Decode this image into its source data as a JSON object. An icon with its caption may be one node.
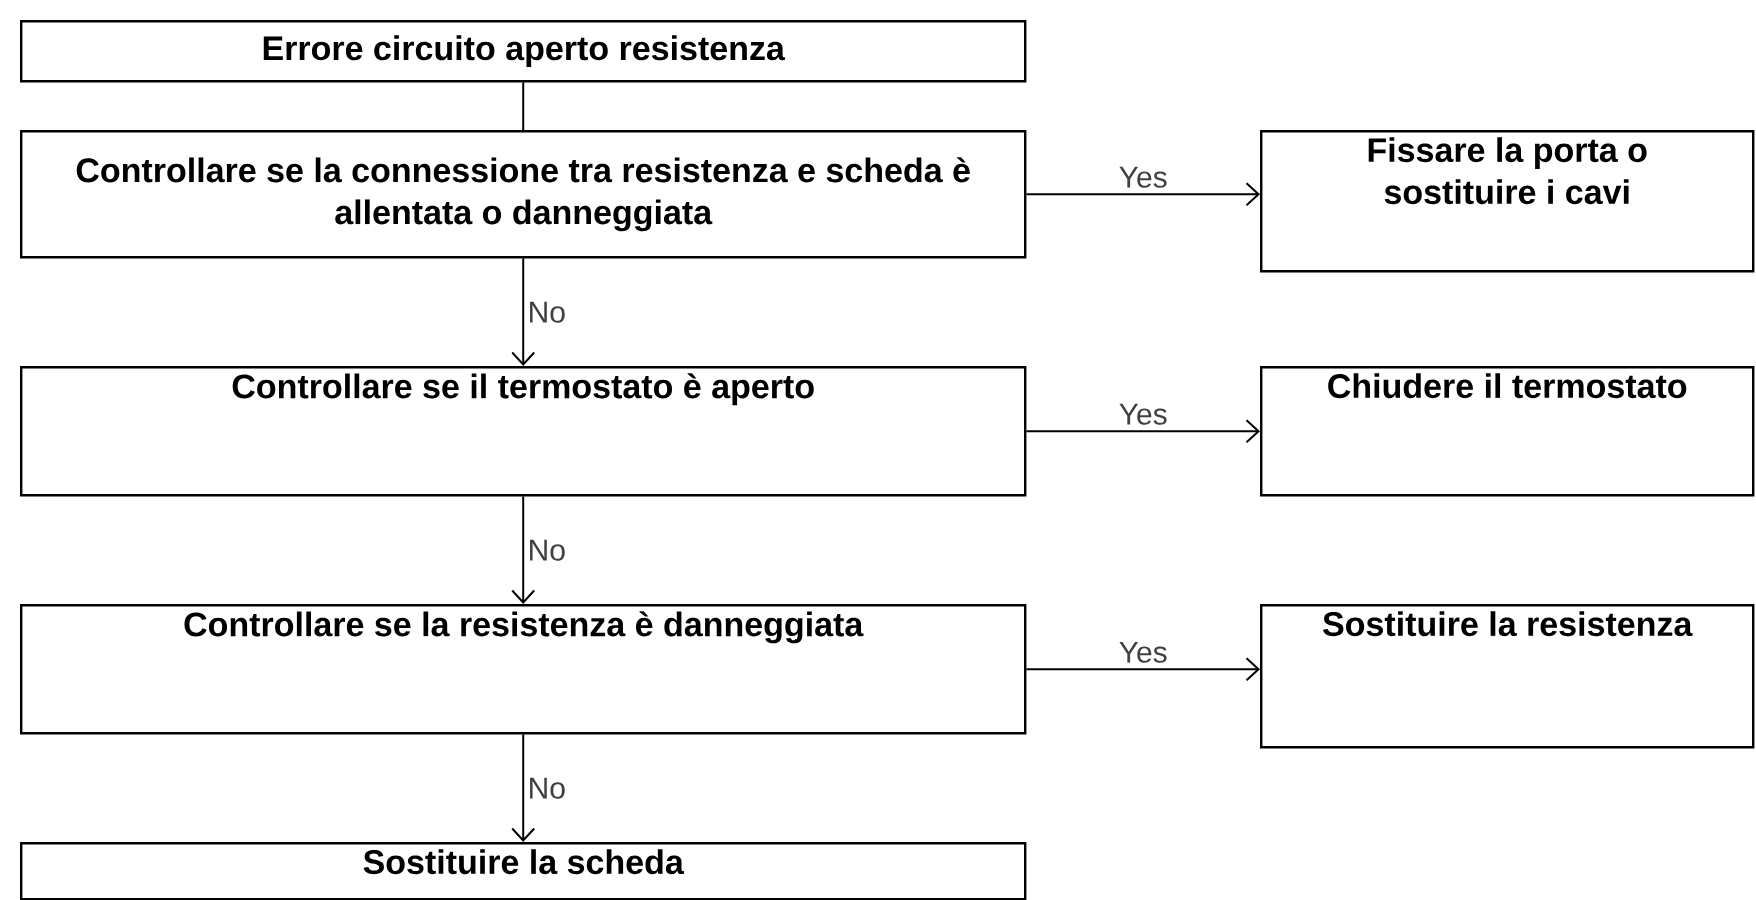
{
  "diagram": {
    "nodes": [
      {
        "text": [
          "Errore circuito aperto resistenza"
        ]
      },
      {
        "text": [
          "Controllare se la connessione tra resistenza e scheda è allentata o danneggiata"
        ]
      },
      {
        "text": [
          "Fissare la porta o sostituire i cavi"
        ]
      },
      {
        "text": [
          "Controllare se il termostato è aperto"
        ]
      },
      {
        "text": [
          "Chiudere il termostato"
        ]
      },
      {
        "text": [
          "Controllare se la resistenza è danneggiata"
        ]
      },
      {
        "text": [
          "Sostituire la resistenza"
        ]
      },
      {
        "text": [
          "Sostituire la scheda"
        ]
      }
    ],
    "edges": [
      {
        "from": 0,
        "to": 1,
        "arrow": "none"
      },
      {
        "from": 1,
        "to": 2,
        "arrow": "to",
        "label": "Yes"
      },
      {
        "from": 1,
        "to": 3,
        "arrow": "to",
        "label": "No"
      },
      {
        "from": 3,
        "to": 4,
        "arrow": "to",
        "label": "Yes"
      },
      {
        "from": 3,
        "to": 5,
        "arrow": "to",
        "label": "No"
      },
      {
        "from": 5,
        "to": 6,
        "arrow": "to",
        "label": "Yes"
      },
      {
        "from": 5,
        "to": 7,
        "arrow": "to",
        "label": "No"
      }
    ]
  }
}
